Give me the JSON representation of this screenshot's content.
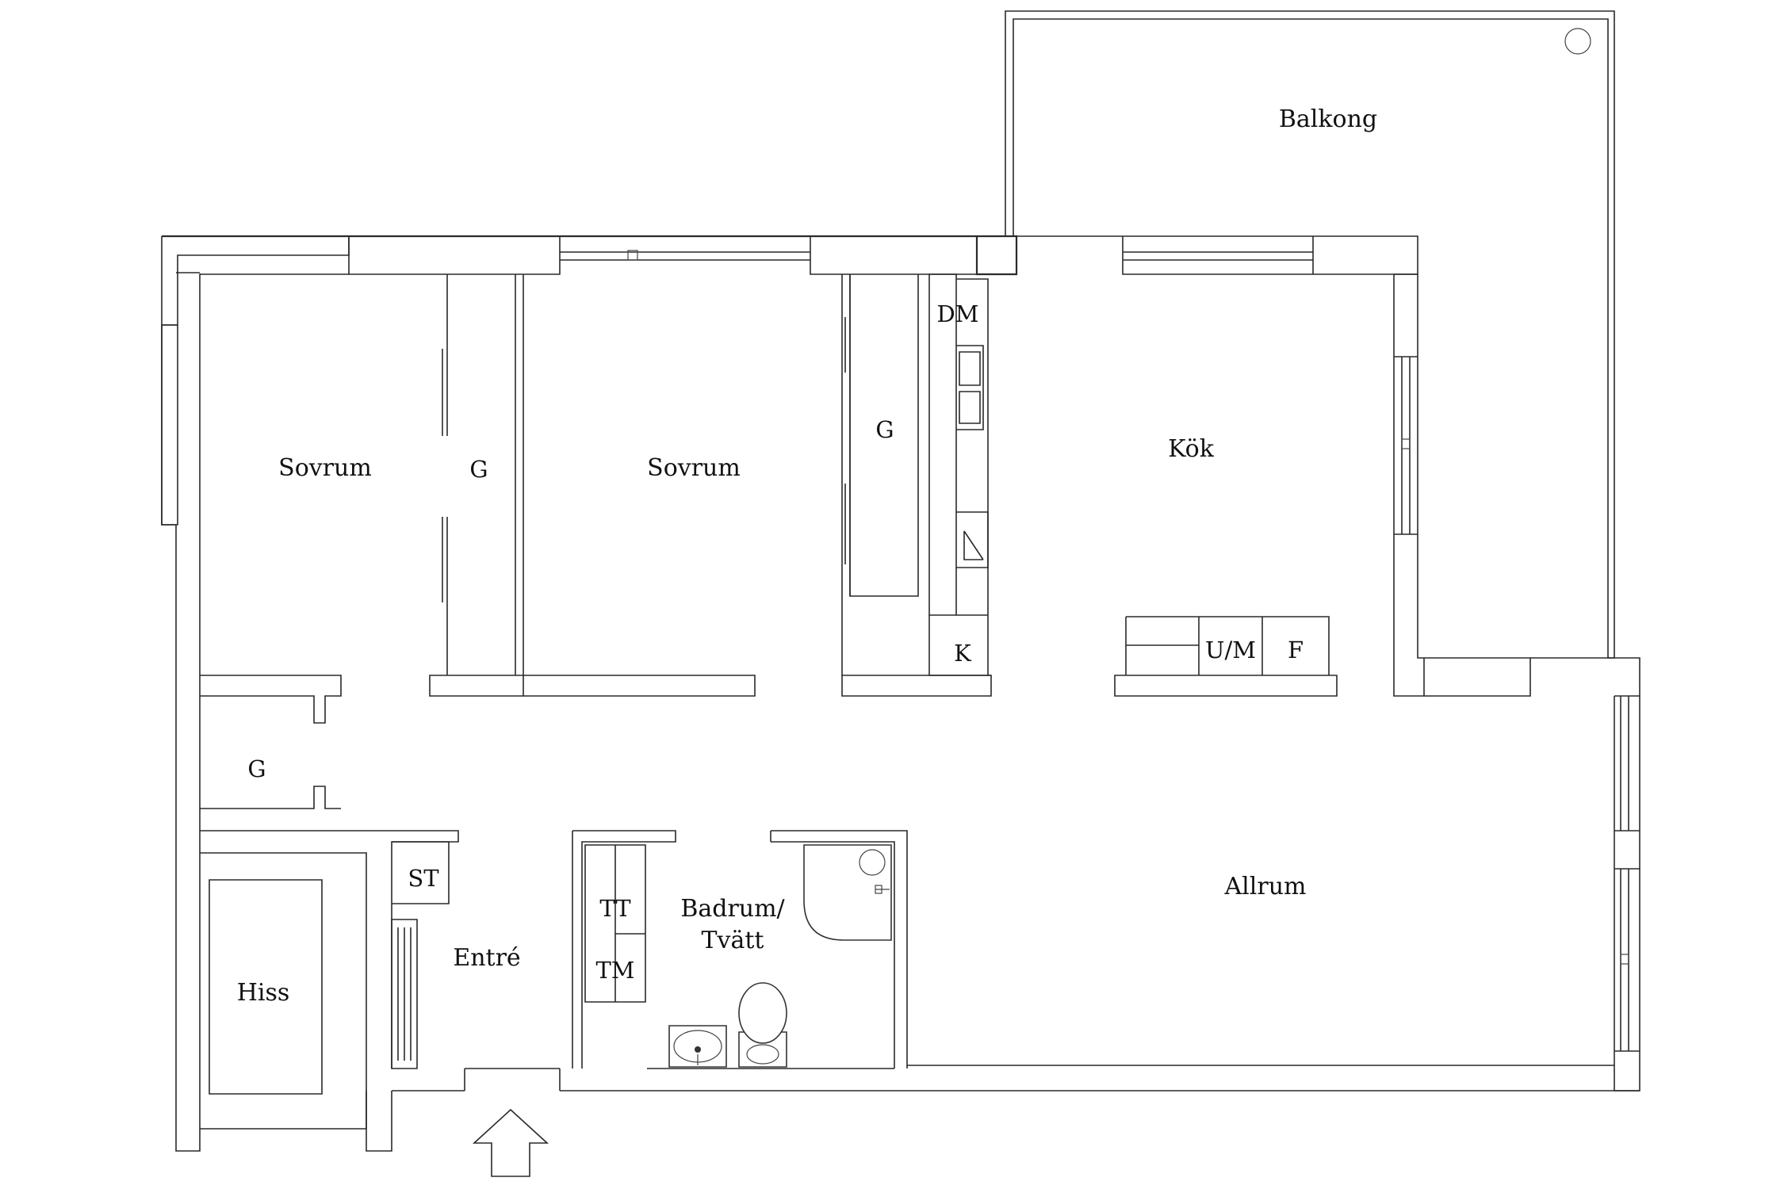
{
  "rooms": {
    "balcony": "Balkong",
    "bedroom_1": "Sovrum",
    "bedroom_2": "Sovrum",
    "kitchen": "Kök",
    "living_room": "Allrum",
    "bathroom_line1": "Badrum/",
    "bathroom_line2": "Tvätt",
    "entrance": "Entré",
    "elevator": "Hiss"
  },
  "fixtures": {
    "wardrobe_1": "G",
    "wardrobe_2": "G",
    "wardrobe_3": "G",
    "dishwasher": "DM",
    "fridge": "K",
    "oven_microwave": "U/M",
    "freezer": "F",
    "storage": "ST",
    "dryer": "TT",
    "washer": "TM"
  },
  "icons": {
    "entrance_marker": "up-arrow-icon"
  }
}
